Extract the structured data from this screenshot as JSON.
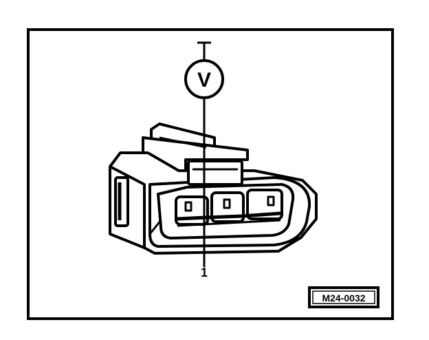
{
  "figure": {
    "meter_symbol": "V",
    "callout_number": "1",
    "figure_code": "M24-0032",
    "icons": [
      "voltmeter-icon",
      "electrical-connector-icon"
    ]
  }
}
